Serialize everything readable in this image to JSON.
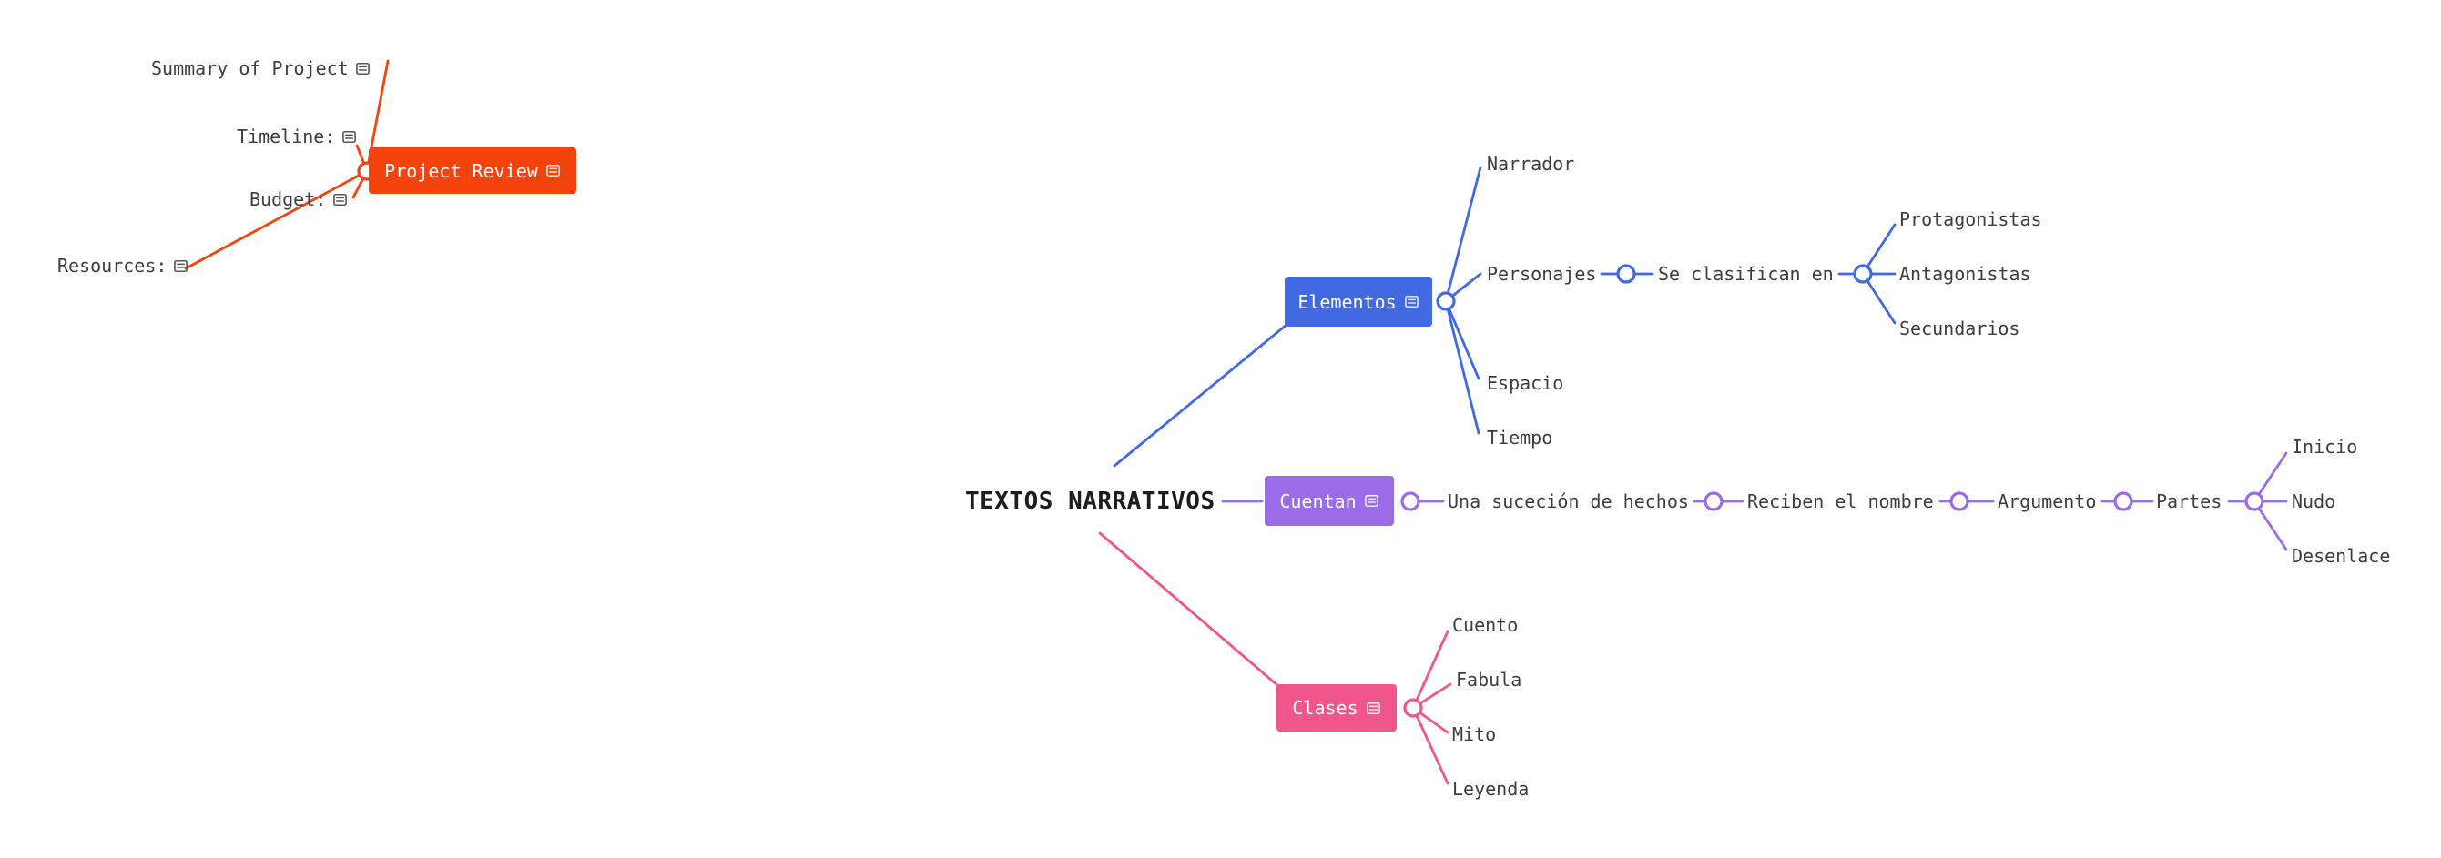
{
  "colors": {
    "red": "#f4430d",
    "blue": "#4169e1",
    "purple": "#9b6ce8",
    "pink": "#f0558c",
    "text": "#3d3d42",
    "root_text": "#1c1c21",
    "background": "#ffffff"
  },
  "project_map": {
    "root_label": "Project Review",
    "items": [
      "Summary of Project",
      "Timeline:",
      "Budget:",
      "Resources:"
    ]
  },
  "narrative_map": {
    "root_label": "TEXTOS NARRATIVOS",
    "elementos": {
      "label": "Elementos",
      "children": [
        "Narrador",
        "Personajes",
        "Espacio",
        "Tiempo"
      ],
      "personajes_chain": {
        "label": "Se clasifican en",
        "children": [
          "Protagonistas",
          "Antagonistas",
          "Secundarios"
        ]
      }
    },
    "cuentan": {
      "label": "Cuentan",
      "chain": [
        "Una suceción de hechos",
        "Reciben el nombre",
        "Argumento",
        "Partes"
      ],
      "partes_children": [
        "Inicio",
        "Nudo",
        "Desenlace"
      ]
    },
    "clases": {
      "label": "Clases",
      "children": [
        "Cuento",
        "Fabula",
        "Mito",
        "Leyenda"
      ]
    }
  }
}
